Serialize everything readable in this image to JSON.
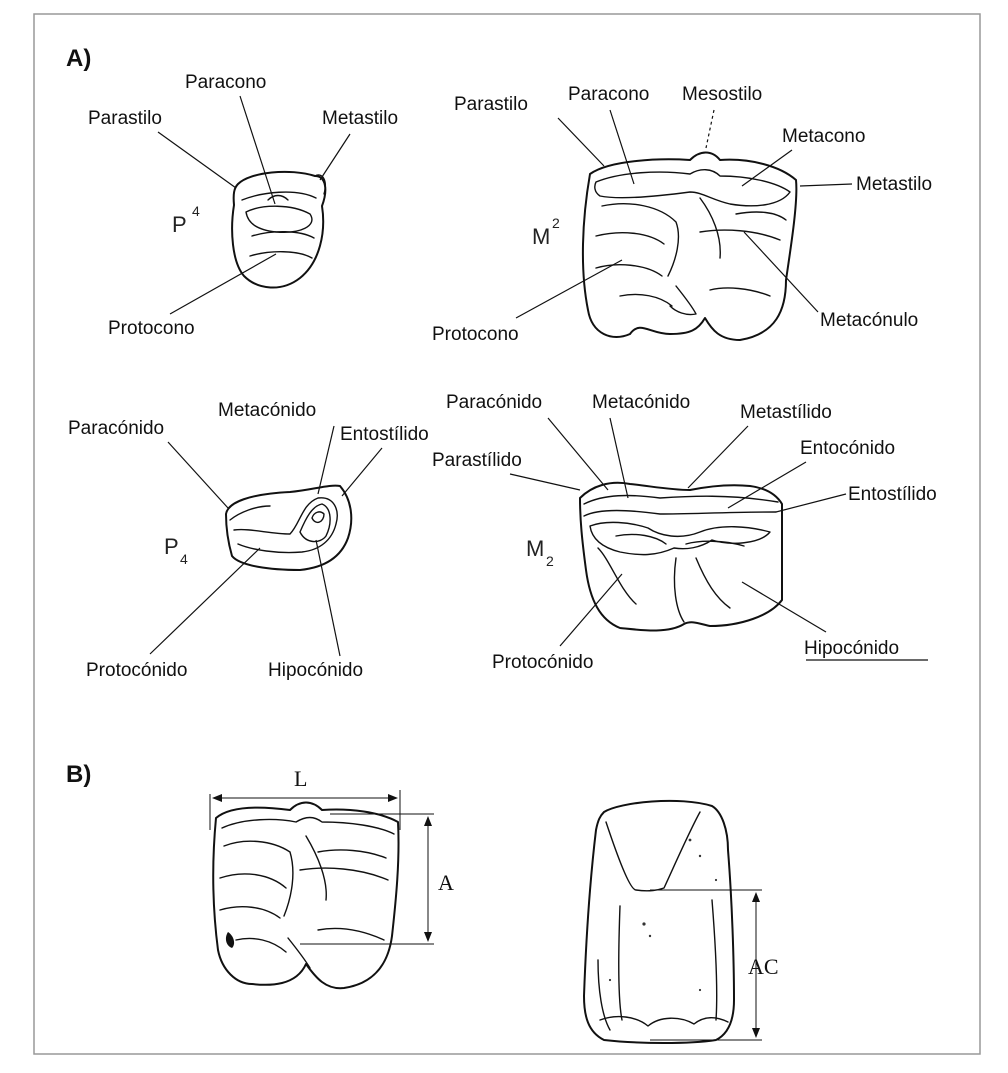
{
  "sections": {
    "a": "A)",
    "b": "B)"
  },
  "p4_upper": {
    "tooth": "P",
    "sup": "4",
    "labels": {
      "paracono": "Paracono",
      "parastilo": "Parastilo",
      "metastilo": "Metastilo",
      "protocono": "Protocono"
    }
  },
  "m2_upper": {
    "tooth": "M",
    "sup": "2",
    "labels": {
      "parastilo": "Parastilo",
      "paracono": "Paracono",
      "mesostilo": "Mesostilo",
      "metacono": "Metacono",
      "metastilo": "Metastilo",
      "protocono": "Protocono",
      "metaconulo": "Metacónulo"
    }
  },
  "p4_lower": {
    "tooth": "P",
    "sub": "4",
    "labels": {
      "paraconido": "Paracónido",
      "metaconido": "Metacónido",
      "entostilido": "Entostílido",
      "protoconido": "Protocónido",
      "hipoconido": "Hipocónido"
    }
  },
  "m2_lower": {
    "tooth": "M",
    "sub": "2",
    "labels": {
      "paraconido": "Paracónido",
      "metaconido": "Metacónido",
      "metastilido": "Metastílido",
      "entoconido": "Entocónido",
      "parastilido": "Parastílido",
      "entostilido": "Entostílido",
      "protoconido": "Protocónido",
      "hipoconido": "Hipocónido"
    }
  },
  "measurements": {
    "length": "L",
    "width": "A",
    "crown_height": "AC"
  }
}
